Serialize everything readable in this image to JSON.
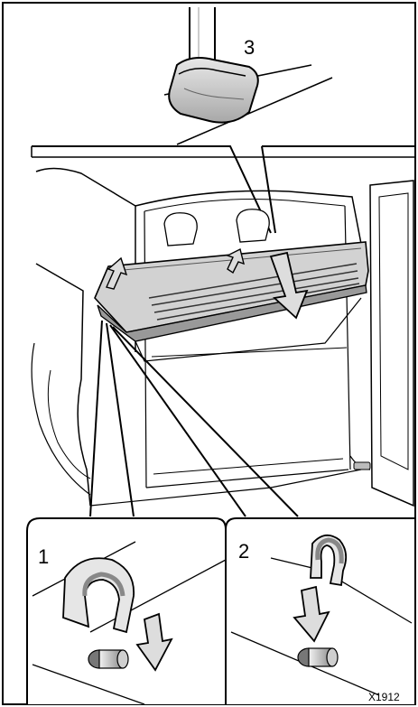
{
  "labels": {
    "callout_1": "1",
    "callout_2": "2",
    "callout_3": "3",
    "reference_code": "X1912"
  }
}
